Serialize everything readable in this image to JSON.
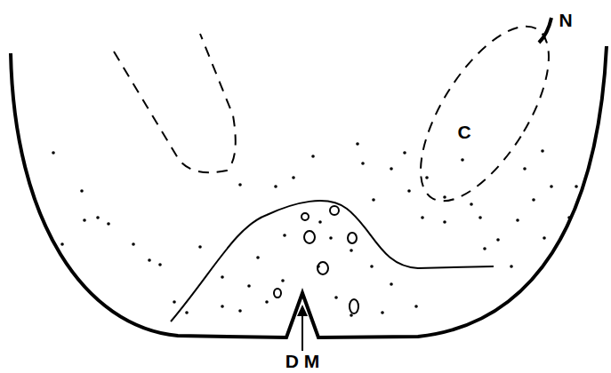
{
  "diagram": {
    "labels": [
      "C",
      "N",
      "D M"
    ]
  }
}
